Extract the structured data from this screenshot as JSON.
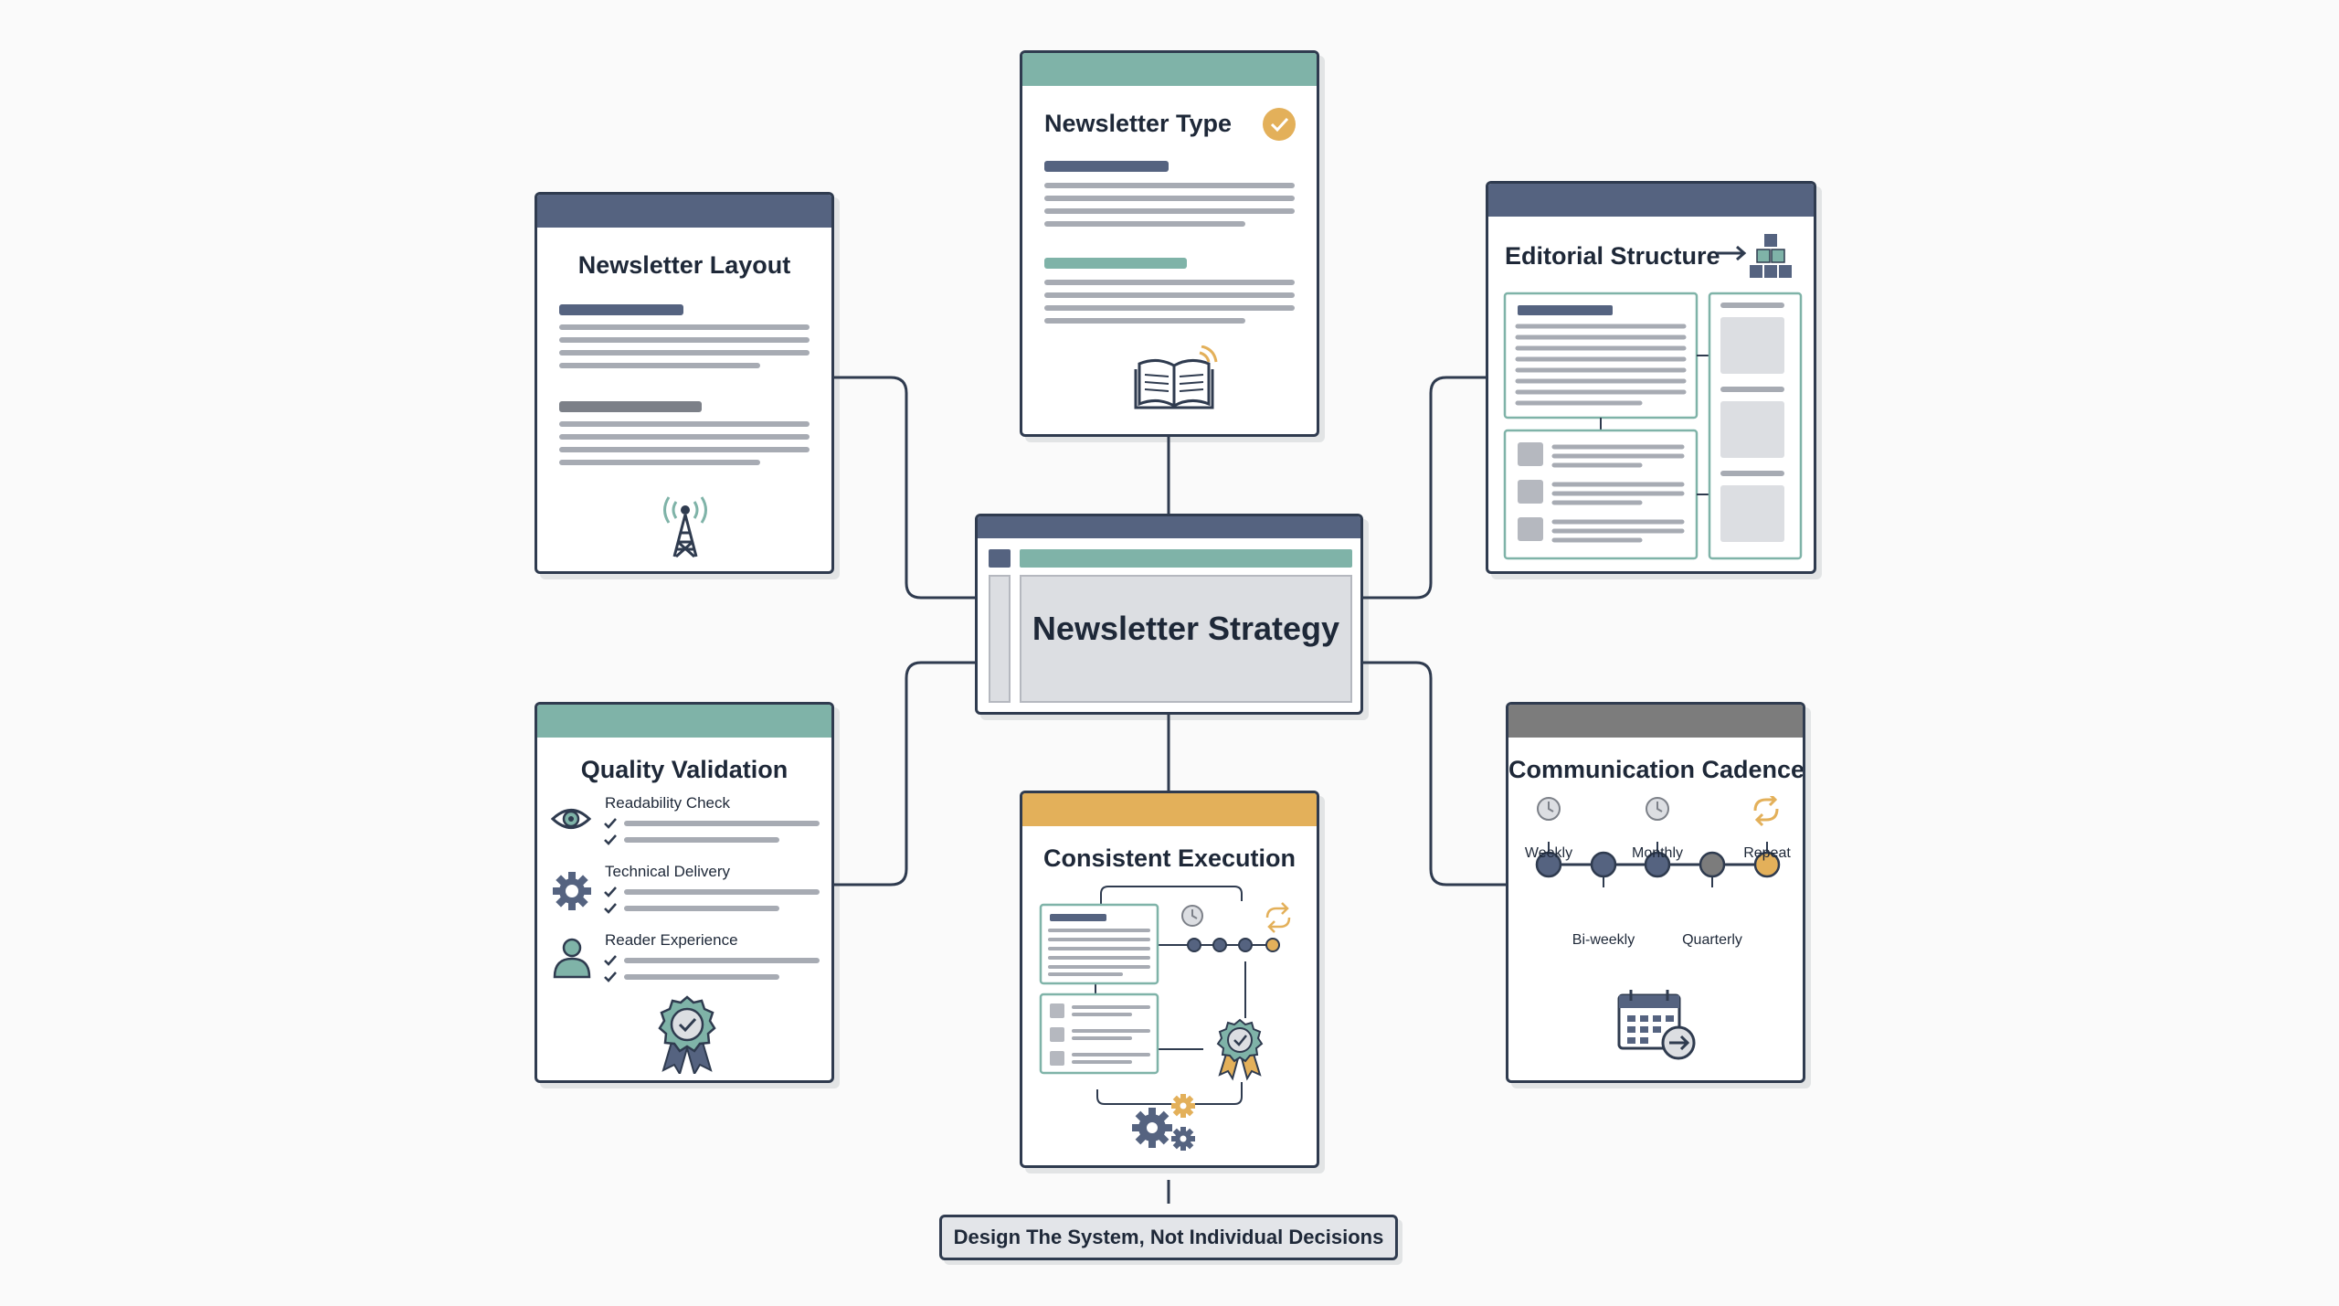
{
  "center": {
    "title": "Newsletter Strategy"
  },
  "cards": {
    "type": {
      "title": "Newsletter Type"
    },
    "layout": {
      "title": "Newsletter Layout"
    },
    "editorial": {
      "title": "Editorial Structure"
    },
    "quality": {
      "title": "Quality Validation",
      "items": [
        "Readability Check",
        "Technical Delivery",
        "Reader Experience"
      ]
    },
    "execution": {
      "title": "Consistent Execution"
    },
    "cadence": {
      "title": "Communication Cadence",
      "top_labels": [
        "Weekly",
        "Monthly",
        "Repeat"
      ],
      "bottom_labels": [
        "Bi-weekly",
        "Quarterly"
      ]
    }
  },
  "footer": {
    "label": "Design The System, Not Individual Decisions"
  },
  "colors": {
    "outline": "#2f3b4f",
    "slate": "#556380",
    "teal": "#7fb3a8",
    "amber": "#e3b05a",
    "gray": "#7c7c7c"
  },
  "icons": [
    "check-circle-icon",
    "open-book-icon",
    "broadcast-tower-icon",
    "hierarchy-icon",
    "eye-icon",
    "gear-icon",
    "person-icon",
    "award-badge-icon",
    "clock-icon",
    "repeat-icon",
    "gears-icon",
    "calendar-icon"
  ]
}
